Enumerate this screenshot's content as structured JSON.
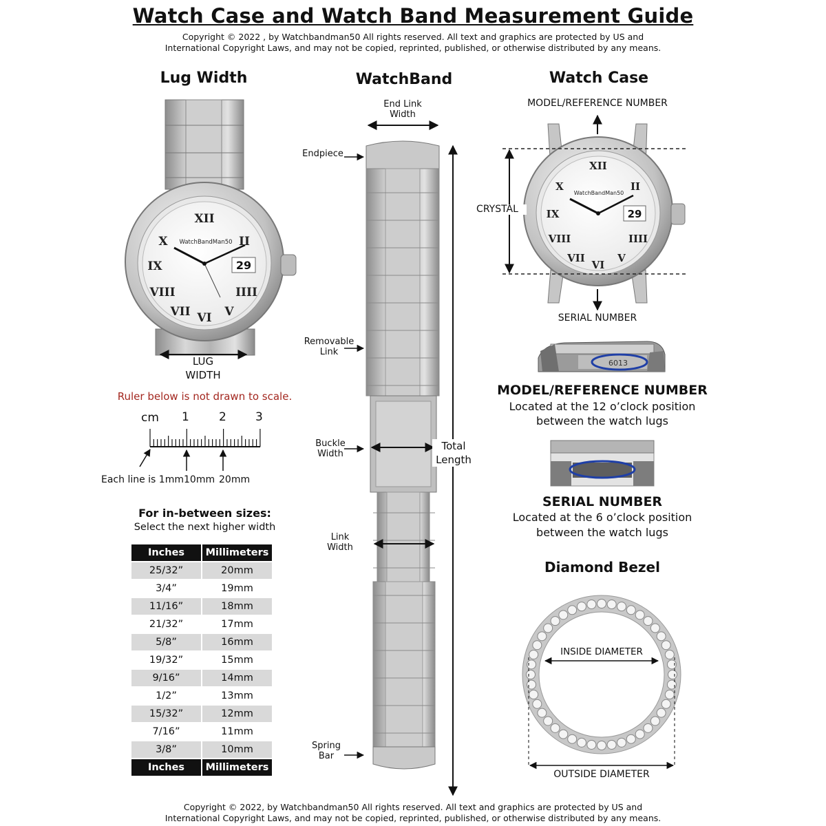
{
  "title": "Watch Case and Watch Band Measurement Guide",
  "copyright_top": [
    "Copyright © 2022 , by Watchbandman50 All rights reserved. All text and graphics are protected by US and",
    "International Copyright Laws, and may not be copied, reprinted, published, or otherwise distributed by any means."
  ],
  "copyright_bottom": [
    "Copyright © 2022, by Watchbandman50 All rights reserved. All text and graphics are protected by US and",
    "International Copyright Laws, and may not be copied, reprinted, published, or otherwise distributed by any means."
  ],
  "lug": {
    "heading": "Lug Width",
    "label_line1": "LUG",
    "label_line2": "WIDTH",
    "dial_brand": "WatchBandMan50",
    "date": "29"
  },
  "ruler": {
    "note": "Ruler below is not drawn to scale.",
    "unit": "cm",
    "marks": [
      "1",
      "2",
      "3"
    ],
    "each_line": "Each line is 1mm",
    "m10": "10mm",
    "m20": "20mm"
  },
  "sizes": {
    "heading": "For in-between sizes:",
    "subheading": "Select the next higher width",
    "col_inches": "Inches",
    "col_mm": "Millimeters",
    "rows": [
      {
        "in": "25/32”",
        "mm": "20mm"
      },
      {
        "in": "3/4”",
        "mm": "19mm"
      },
      {
        "in": "11/16”",
        "mm": "18mm"
      },
      {
        "in": "21/32”",
        "mm": "17mm"
      },
      {
        "in": "5/8”",
        "mm": "16mm"
      },
      {
        "in": "19/32”",
        "mm": "15mm"
      },
      {
        "in": "9/16”",
        "mm": "14mm"
      },
      {
        "in": "1/2”",
        "mm": "13mm"
      },
      {
        "in": "15/32”",
        "mm": "12mm"
      },
      {
        "in": "7/16”",
        "mm": "11mm"
      },
      {
        "in": "3/8”",
        "mm": "10mm"
      }
    ]
  },
  "band": {
    "heading": "WatchBand",
    "end_link_line1": "End Link",
    "end_link_line2": "Width",
    "endpiece": "Endpiece",
    "removable_line1": "Removable",
    "removable_line2": "Link",
    "buckle_line1": "Buckle",
    "buckle_line2": "Width",
    "total_line1": "Total",
    "total_line2": "Length",
    "link_line1": "Link",
    "link_line2": "Width",
    "spring_line1": "Spring",
    "spring_line2": "Bar"
  },
  "case": {
    "heading": "Watch Case",
    "model_ref": "MODEL/REFERENCE NUMBER",
    "crystal": "CRYSTAL",
    "serial": "SERIAL NUMBER",
    "model_heading": "MODEL/REFERENCE NUMBER",
    "model_desc1": "Located at the 12 o’clock position",
    "model_desc2": "between the watch lugs",
    "serial_heading": "SERIAL NUMBER",
    "serial_desc1": "Located at the 6 o’clock position",
    "serial_desc2": "between the watch lugs",
    "engraving": "6013"
  },
  "bezel": {
    "heading": "Diamond Bezel",
    "inside": "INSIDE DIAMETER",
    "outside": "OUTSIDE DIAMETER"
  }
}
